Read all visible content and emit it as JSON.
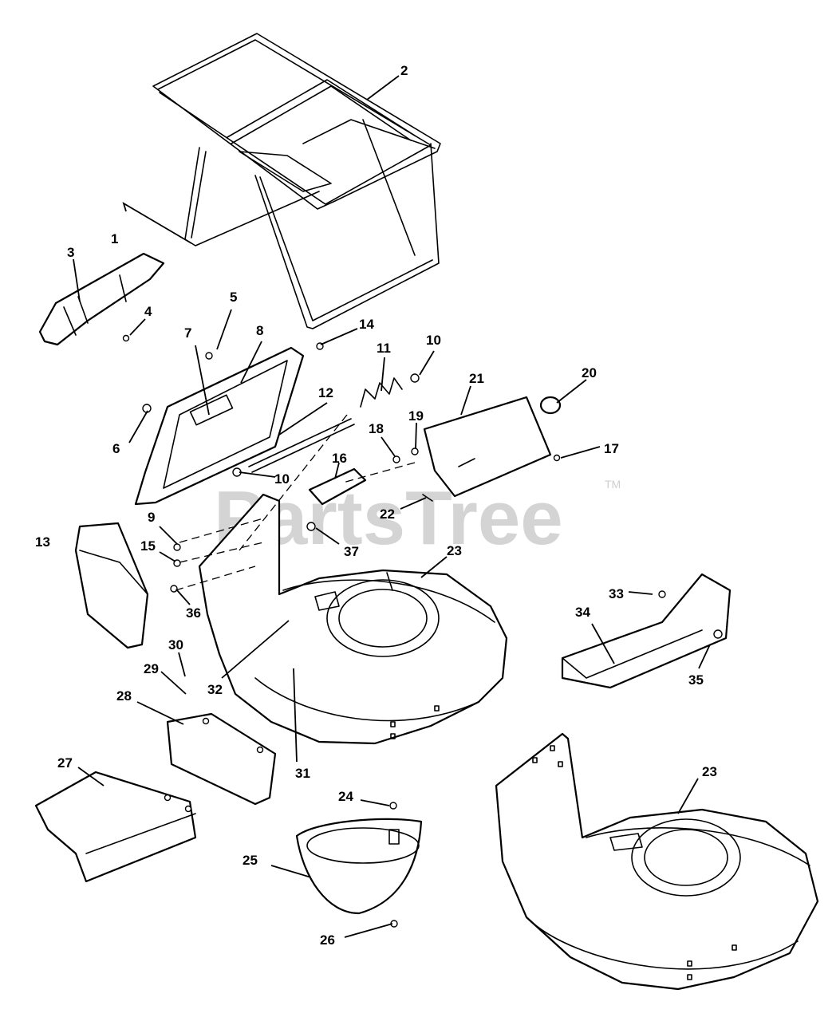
{
  "watermark": {
    "text": "PartsTree",
    "trademark": "TM"
  },
  "callouts": [
    {
      "num": "1"
    },
    {
      "num": "2"
    },
    {
      "num": "3"
    },
    {
      "num": "4"
    },
    {
      "num": "5"
    },
    {
      "num": "6"
    },
    {
      "num": "7"
    },
    {
      "num": "8"
    },
    {
      "num": "9"
    },
    {
      "num": "10"
    },
    {
      "num": "10"
    },
    {
      "num": "11"
    },
    {
      "num": "12"
    },
    {
      "num": "13"
    },
    {
      "num": "14"
    },
    {
      "num": "15"
    },
    {
      "num": "16"
    },
    {
      "num": "17"
    },
    {
      "num": "18"
    },
    {
      "num": "19"
    },
    {
      "num": "20"
    },
    {
      "num": "21"
    },
    {
      "num": "22"
    },
    {
      "num": "23"
    },
    {
      "num": "23"
    },
    {
      "num": "24"
    },
    {
      "num": "25"
    },
    {
      "num": "26"
    },
    {
      "num": "27"
    },
    {
      "num": "28"
    },
    {
      "num": "29"
    },
    {
      "num": "30"
    },
    {
      "num": "31"
    },
    {
      "num": "32"
    },
    {
      "num": "33"
    },
    {
      "num": "34"
    },
    {
      "num": "35"
    },
    {
      "num": "36"
    },
    {
      "num": "37"
    }
  ]
}
